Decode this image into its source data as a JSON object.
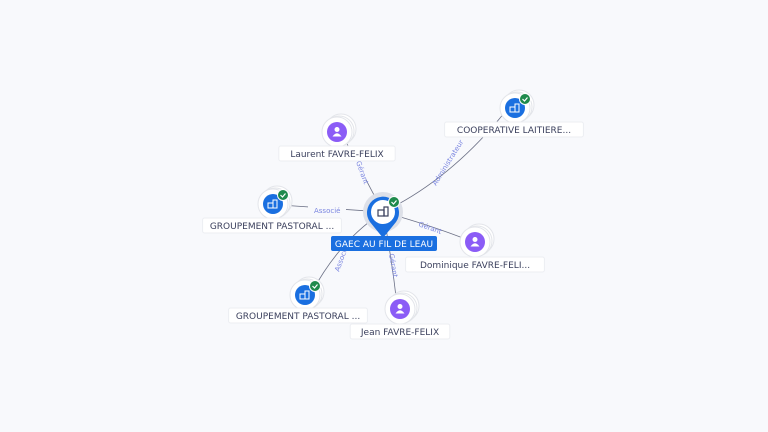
{
  "center": {
    "label": "GAEC AU FIL DE LEAU",
    "icon": "building-icon",
    "verified": true
  },
  "nodes": [
    {
      "label": "Laurent FAVRE-FELIX",
      "type": "person",
      "relation": "Gérant"
    },
    {
      "label": "COOPERATIVE LAITIERE...",
      "type": "company",
      "relation": "Administrateur",
      "verified": true
    },
    {
      "label": "GROUPEMENT PASTORAL ...",
      "type": "company",
      "relation": "Associé",
      "verified": true
    },
    {
      "label": "Dominique FAVRE-FELI...",
      "type": "person",
      "relation": "Gérant"
    },
    {
      "label": "GROUPEMENT PASTORAL ...",
      "type": "company",
      "relation": "Associé",
      "verified": true
    },
    {
      "label": "Jean FAVRE-FELIX",
      "type": "person",
      "relation": "Gérant"
    }
  ],
  "colors": {
    "person": "#8b5cf6",
    "company": "#1a6fe0",
    "verified": "#1f8a4c",
    "edge": "#6b7085",
    "edge_label": "#7b86e0"
  }
}
